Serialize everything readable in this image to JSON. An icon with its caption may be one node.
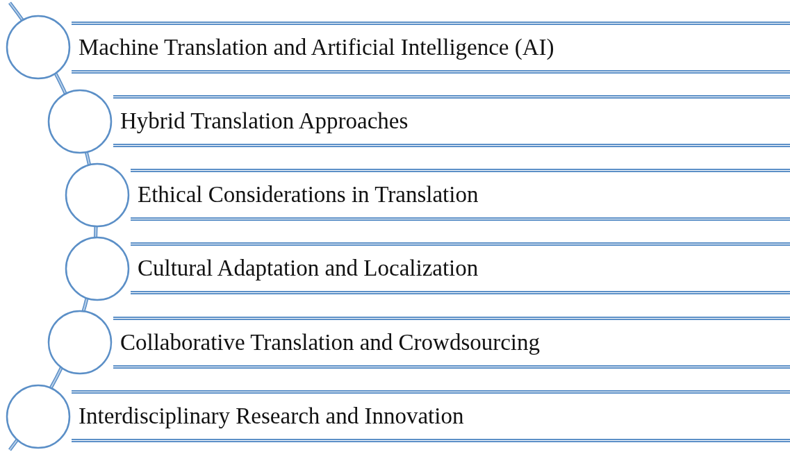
{
  "diagram": {
    "nodes": [
      {
        "text": [
          "Machine Translation and Artificial Intelligence (AI)"
        ]
      },
      {
        "text": [
          "Hybrid Translation Approaches"
        ]
      },
      {
        "text": [
          "Ethical Considerations in Translation"
        ]
      },
      {
        "text": [
          "Cultural Adaptation and Localization"
        ]
      },
      {
        "text": [
          "Collaborative Translation and Crowdsourcing"
        ]
      },
      {
        "text": [
          "Interdisciplinary Research and Innovation"
        ]
      },
      {
        "text": [],
        "shape": "circle"
      },
      {
        "text": [],
        "shape": "circle"
      },
      {
        "text": [],
        "shape": "circle"
      },
      {
        "text": [],
        "shape": "circle"
      },
      {
        "text": [],
        "shape": "circle"
      },
      {
        "text": [],
        "shape": "circle"
      }
    ]
  }
}
